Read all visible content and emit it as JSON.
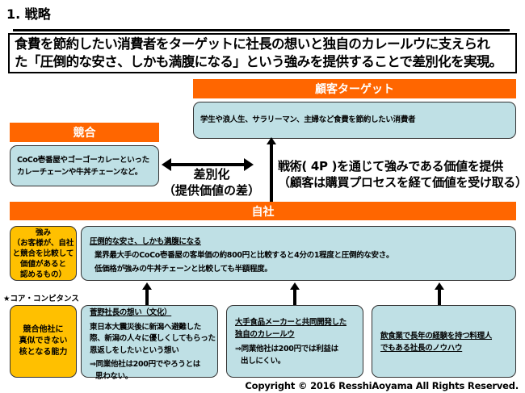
{
  "title": "1. 戦略",
  "headline": [
    "食費を節約したい消費者をターゲットに社長の想いと独自のカレールウに支えられ",
    "た「圧倒的な安さ、しかも満腹になる」という強みを提供することで差別化を実現。"
  ],
  "target": {
    "header": "顧客ターゲット",
    "text": "学生や浪人生、サラリーマン、主婦など食費を節約したい消費者"
  },
  "competitor": {
    "header": "競合",
    "lines": [
      "CoCo壱番屋やゴーゴーカレーといった",
      "カレーチェーンや牛丼チェーンなど。"
    ]
  },
  "differentiation": [
    "差別化",
    "（提供価値の差）"
  ],
  "tactics": [
    "戦術( 4P )を通じて強みである価値を提供",
    "（顧客は購買プロセスを経て価値を受け取る）"
  ],
  "company": {
    "header": "自社",
    "strength_label": [
      "強み",
      "（お客様が、自社",
      "と競合を比較して",
      "価値があると",
      "認めるもの）"
    ],
    "strength_title": "圧倒的な安さ、しかも満腹になる",
    "strength_lines": [
      "業界最大手のCoCo壱番屋の客単価の約800円と比較すると4分の1程度と圧倒的な安さ。",
      "低価格が強みの牛丼チェーンと比較しても半額程度。"
    ]
  },
  "core": {
    "label": "★コア・コンピタンス",
    "side": [
      "競合他社に",
      "真似できない",
      "核となる能力"
    ],
    "items": [
      {
        "title": "菅野社長の想い（文化）",
        "lines": [
          "東日本大震災後に新潟へ避難した",
          "際、新潟の人々に優しくしてもらった",
          "恩返しをしたいという想い"
        ],
        "note": [
          "⇒同業他社は200円でやろうとは",
          "思わない。"
        ]
      },
      {
        "title": [
          "大手食品メーカーと共同開発した",
          "独自のカレールウ"
        ],
        "note": [
          "⇒同業他社は200円では利益は",
          "出しにくい。"
        ]
      },
      {
        "title": [
          "飲食業で長年の経験を持つ料理人",
          "でもある社長のノウハウ"
        ]
      }
    ]
  },
  "copyright": "Copyright © 2016 ResshiAoyama All Rights Reserved."
}
